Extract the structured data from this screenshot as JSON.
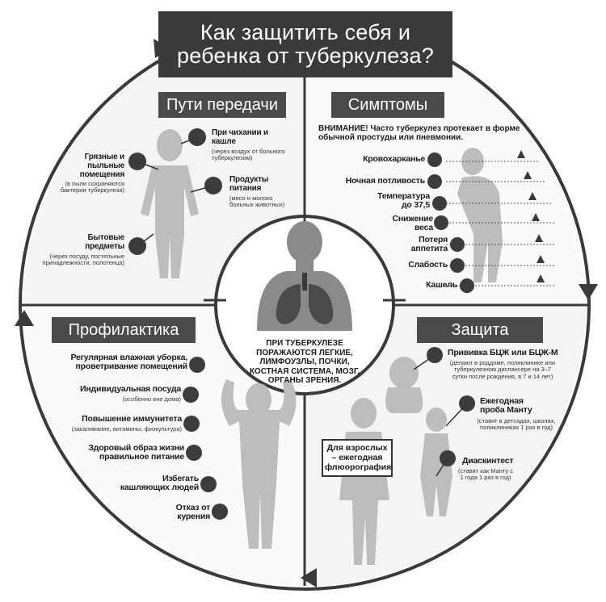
{
  "title": "Как защитить себя и ребенка от туберкулеза?",
  "center_text": "ПРИ ТУБЕРКУЛЕЗЕ ПОРАЖАЮТСЯ ЛЕГКИЕ, ЛИМФОУЗЛЫ, ПОЧКИ, КОСТНАЯ СИСТЕМА, МОЗГ, ОРГАНЫ ЗРЕНИЯ.",
  "transmission": {
    "heading": "Пути передачи",
    "sneeze_label": "При чихании и кашле",
    "sneeze_note": "(через воздух от больного туберкулезом)",
    "dirty_label": "Грязные и пыльные помещения",
    "dirty_note": "(в пыли сохраняются бактерии туберкулеза)",
    "food_label": "Продукты питания",
    "food_note": "(мясо и молоко больных животных)",
    "household_label": "Бытовые предметы",
    "household_note": "(через посуду, постельные принадлежности, полотенца)"
  },
  "symptoms": {
    "heading": "Симптомы",
    "warning": "ВНИМАНИЕ! Часто туберкулез протекает в форме обычной простуды или пневмонии.",
    "items": [
      "Кровохарканье",
      "Ночная потливость",
      "Температура до 37,5",
      "Снижение веса",
      "Потеря аппетита",
      "Слабость",
      "Кашель"
    ]
  },
  "prevention": {
    "heading": "Профилактика",
    "cleaning": "Регулярная влажная уборка, проветривание помещений",
    "dishes": "Индивидуальная посуда",
    "dishes_note": "(особенно вне дома)",
    "immunity": "Повышение иммунитета",
    "immunity_note": "(закаливание, витамины, физкультура)",
    "lifestyle": "Здоровый образ жизни правильное питание",
    "avoid": "Избегать кашляющих людей",
    "smoking": "Отказ от курения"
  },
  "protection": {
    "heading": "Защита",
    "bcg": "Прививка БЦЖ или БЦЖ-М",
    "bcg_note": "(делают в роддоме, поликлинике или туберкулезном диспансере на 3–7 сутки после рождения, в 7 и 14 лет)",
    "mantoux": "Ежегодная проба Манту",
    "mantoux_note": "(ставят в детсадах, школах, поликлиниках 1 раз в год)",
    "diaskin": "Диаскинтест",
    "diaskin_note": "(ставят как Манту с 1 года 1 раз в год)",
    "adults": "Для взрослых – ежегодная флюорография"
  }
}
